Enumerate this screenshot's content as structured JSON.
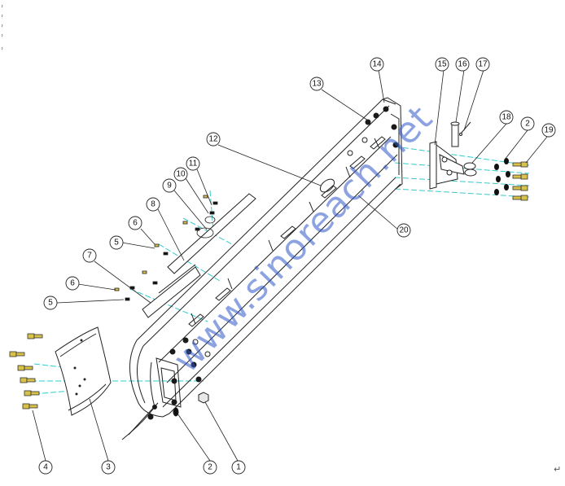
{
  "watermark": {
    "text": "www.sinoreach.net",
    "color": "#2f57c9"
  },
  "callouts": [
    {
      "id": "c1",
      "label": "1"
    },
    {
      "id": "c2a",
      "label": "2"
    },
    {
      "id": "c2b",
      "label": "2"
    },
    {
      "id": "c3",
      "label": "3"
    },
    {
      "id": "c4",
      "label": "4"
    },
    {
      "id": "c5a",
      "label": "5"
    },
    {
      "id": "c5b",
      "label": "5"
    },
    {
      "id": "c6a",
      "label": "6"
    },
    {
      "id": "c6b",
      "label": "6"
    },
    {
      "id": "c7",
      "label": "7"
    },
    {
      "id": "c8",
      "label": "8"
    },
    {
      "id": "c9",
      "label": "9"
    },
    {
      "id": "c10",
      "label": "10"
    },
    {
      "id": "c11",
      "label": "11"
    },
    {
      "id": "c12",
      "label": "12"
    },
    {
      "id": "c13",
      "label": "13"
    },
    {
      "id": "c14",
      "label": "14"
    },
    {
      "id": "c15",
      "label": "15"
    },
    {
      "id": "c16",
      "label": "16"
    },
    {
      "id": "c17",
      "label": "17"
    },
    {
      "id": "c18",
      "label": "18"
    },
    {
      "id": "c19",
      "label": "19"
    },
    {
      "id": "c20",
      "label": "20"
    }
  ],
  "colors": {
    "line": "#222222",
    "centerline": "#33cccc",
    "bolt": "#d8c24a",
    "nut": "#1a1a1a"
  },
  "return_mark": "↵"
}
